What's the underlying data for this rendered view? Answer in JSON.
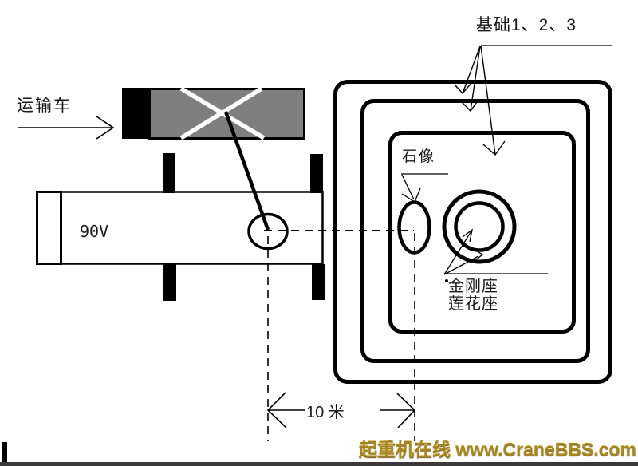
{
  "diagram": {
    "transport_label": "运输车",
    "foundation_label": "基础1、2、3",
    "statue_label": "石像",
    "seat_label_line1": "金刚座",
    "seat_label_line2": "莲花座",
    "beam_label": "90V",
    "dimension_label": "10 米"
  },
  "watermark": {
    "text": "起重机在线 www.CraneBBS.com",
    "color": "#a8861f"
  },
  "colors": {
    "background": "#ffffff",
    "line": "#000000",
    "trailer_fill": "#7f7f7f",
    "crossing_white": "#ffffff",
    "bottom_bar": "#3a3a3a"
  }
}
